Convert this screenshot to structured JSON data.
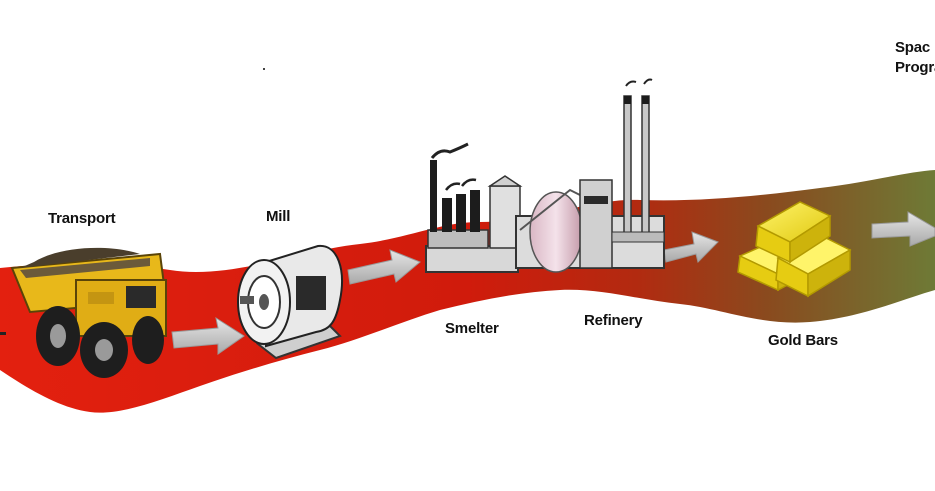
{
  "diagram": {
    "stages": [
      {
        "id": "transport",
        "label": "Transport",
        "icon": "haul-truck-icon"
      },
      {
        "id": "mill",
        "label": "Mill",
        "icon": "mill-motor-icon"
      },
      {
        "id": "smelter",
        "label": "Smelter",
        "icon": "smelter-plant-icon"
      },
      {
        "id": "refinery",
        "label": "Refinery",
        "icon": "refinery-stacks-icon"
      },
      {
        "id": "gold-bars",
        "label": "Gold Bars",
        "icon": "gold-bars-icon"
      },
      {
        "id": "space-program",
        "label_line1": "Spac",
        "label_line2": "Progran"
      }
    ],
    "colors": {
      "band_start": "#e31b0c",
      "band_mid": "#c4190b",
      "band_end": "#7a6a2c",
      "arrow": "#c8c8c8",
      "truck": "#e8b81a",
      "gold": "#f2e12a"
    }
  }
}
